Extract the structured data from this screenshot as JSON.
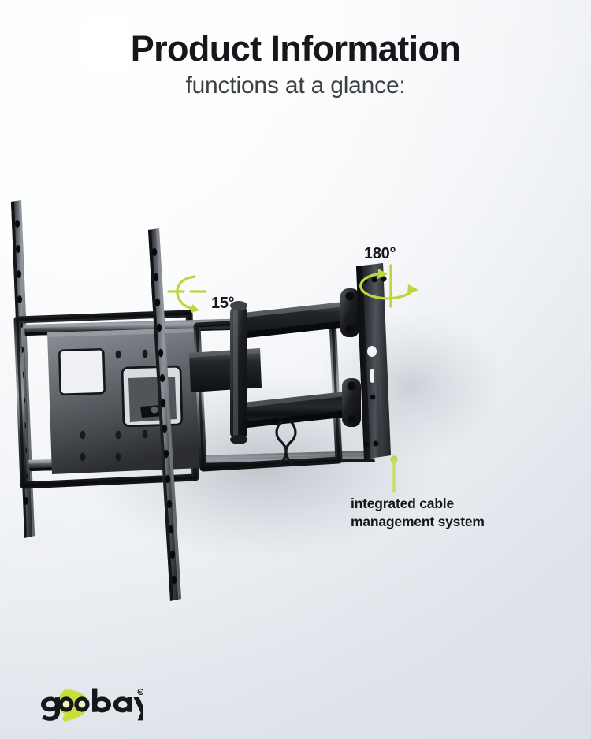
{
  "header": {
    "title": "Product Information",
    "subtitle": "functions at a glance:"
  },
  "annotations": {
    "tilt": {
      "value": "15°",
      "icon": "tilt-arc-icon"
    },
    "swivel": {
      "value": "180°",
      "icon": "swivel-arc-icon"
    },
    "cable": {
      "label": "integrated cable\nmanagement system",
      "icon": "cable-clip-icon"
    }
  },
  "product": {
    "name": "full-motion tv wall mount",
    "parts": {
      "vertical_rail": "tv-mounting-rail",
      "cross_bar": "horizontal-cross-bar",
      "vesa_plate": "vesa-adapter-plate",
      "upper_arm": "upper-articulating-arm",
      "lower_arm": "lower-articulating-arm",
      "wall_plate": "wall-mounting-plate",
      "cable_clip": "cable-management-clip"
    }
  },
  "brand": {
    "name": "goobay",
    "text_before": "g",
    "text_after": "bay",
    "trademark": "®"
  },
  "colors": {
    "accent_green": "#bcd63f",
    "accent_green_light": "#cfe36a",
    "text_dark": "#15171a",
    "text_subtitle": "#3c4043",
    "metal_dark": "#1d1f22",
    "metal_mid": "#4a4d52",
    "metal_light": "#8e9298",
    "background_top": "#ffffff",
    "background_bottom": "#e2e6ec"
  }
}
